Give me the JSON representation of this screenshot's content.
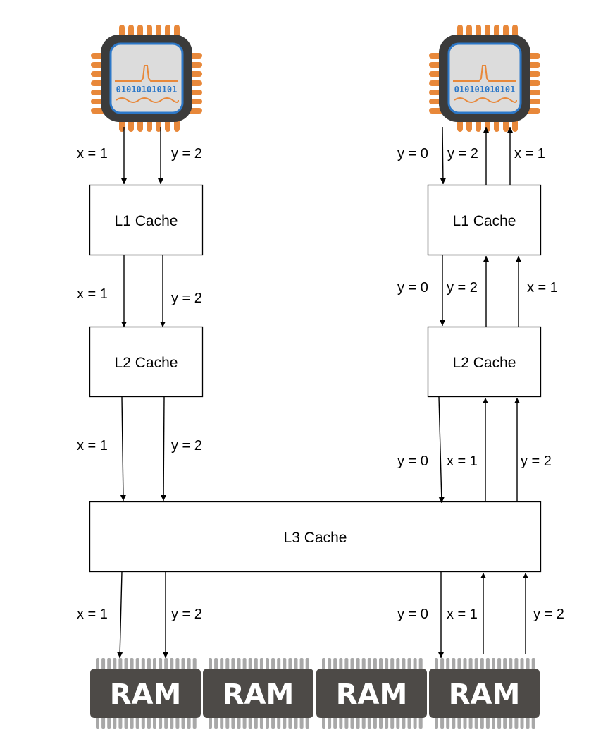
{
  "colors": {
    "pin_orange": "#e8883a",
    "chip_dark": "#3b3b3b",
    "die_border": "#2d78c8",
    "die_fill": "#dcdcdc",
    "ram_body": "#4d4a47",
    "ram_pin": "#a8a8a8"
  },
  "cpus": [
    {
      "name": "cpu-left",
      "icon": "cpu-chip-icon",
      "bits": "010101010101"
    },
    {
      "name": "cpu-right",
      "icon": "cpu-chip-icon",
      "bits": "010101010101"
    }
  ],
  "caches": {
    "left_l1": "L1 Cache",
    "left_l2": "L2 Cache",
    "right_l1": "L1 Cache",
    "right_l2": "L2 Cache",
    "l3": "L3 Cache"
  },
  "labels": {
    "l_cpu_l1_x": "x = 1",
    "l_cpu_l1_y": "y = 2",
    "l_l1_l2_x": "x = 1",
    "l_l1_l2_y": "y = 2",
    "l_l2_l3_x": "x = 1",
    "l_l2_l3_y": "y = 2",
    "l_l3_ram_x": "x = 1",
    "l_l3_ram_y": "y = 2",
    "r_cpu_l1_y0": "y = 0",
    "r_cpu_l1_y2": "y = 2",
    "r_cpu_l1_x1": "x = 1",
    "r_l1_l2_y0": "y = 0",
    "r_l1_l2_y2": "y = 2",
    "r_l1_l2_x1": "x = 1",
    "r_l2_l3_y0": "y = 0",
    "r_l2_l3_x1": "x = 1",
    "r_l2_l3_y2": "y = 2",
    "r_l3_ram_y0": "y = 0",
    "r_l3_ram_x1": "x = 1",
    "r_l3_ram_y2": "y = 2"
  },
  "ram_modules": [
    "RAM",
    "RAM",
    "RAM",
    "RAM"
  ]
}
